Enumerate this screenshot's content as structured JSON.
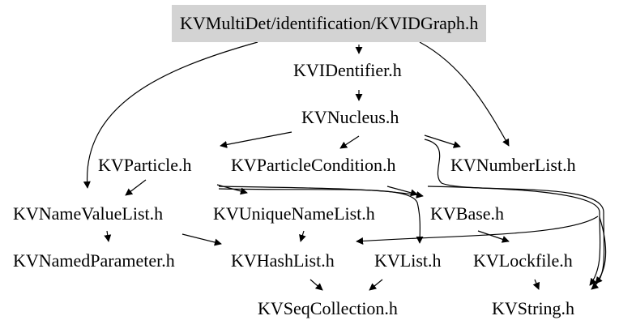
{
  "diagram": {
    "nodes": [
      {
        "id": "root",
        "label": "KVMultiDet/identification/KVIDGraph.h",
        "highlighted": true
      },
      {
        "id": "kvidentifier",
        "label": "KVIDentifier.h"
      },
      {
        "id": "kvnucleus",
        "label": "KVNucleus.h"
      },
      {
        "id": "kvparticle",
        "label": "KVParticle.h"
      },
      {
        "id": "kvparticlecondition",
        "label": "KVParticleCondition.h"
      },
      {
        "id": "kvnumberlist",
        "label": "KVNumberList.h"
      },
      {
        "id": "kvnamevaluelist",
        "label": "KVNameValueList.h"
      },
      {
        "id": "kvuniquenamelist",
        "label": "KVUniqueNameList.h"
      },
      {
        "id": "kvbase",
        "label": "KVBase.h"
      },
      {
        "id": "kvnamedparameter",
        "label": "KVNamedParameter.h"
      },
      {
        "id": "kvhashlist",
        "label": "KVHashList.h"
      },
      {
        "id": "kvlist",
        "label": "KVList.h"
      },
      {
        "id": "kvlockfile",
        "label": "KVLockfile.h"
      },
      {
        "id": "kvseqcollection",
        "label": "KVSeqCollection.h"
      },
      {
        "id": "kvstring",
        "label": "KVString.h"
      }
    ],
    "edges": [
      {
        "from": "root",
        "to": "kvidentifier"
      },
      {
        "from": "root",
        "to": "kvnamevaluelist"
      },
      {
        "from": "root",
        "to": "kvnumberlist"
      },
      {
        "from": "kvidentifier",
        "to": "kvnucleus"
      },
      {
        "from": "kvnucleus",
        "to": "kvparticle"
      },
      {
        "from": "kvnucleus",
        "to": "kvparticlecondition"
      },
      {
        "from": "kvnucleus",
        "to": "kvnumberlist"
      },
      {
        "from": "kvnucleus",
        "to": "kvstring"
      },
      {
        "from": "kvparticle",
        "to": "kvnamevaluelist"
      },
      {
        "from": "kvparticle",
        "to": "kvuniquenamelist"
      },
      {
        "from": "kvparticle",
        "to": "kvbase"
      },
      {
        "from": "kvparticle",
        "to": "kvlist"
      },
      {
        "from": "kvparticlecondition",
        "to": "kvbase"
      },
      {
        "from": "kvparticlecondition",
        "to": "kvstring"
      },
      {
        "from": "kvnamevaluelist",
        "to": "kvnamedparameter"
      },
      {
        "from": "kvnamevaluelist",
        "to": "kvhashlist"
      },
      {
        "from": "kvuniquenamelist",
        "to": "kvhashlist"
      },
      {
        "from": "kvbase",
        "to": "kvlockfile"
      },
      {
        "from": "kvbase",
        "to": "kvstring"
      },
      {
        "from": "kvstring",
        "to": "kvhashlist"
      },
      {
        "from": "kvhashlist",
        "to": "kvseqcollection"
      },
      {
        "from": "kvlist",
        "to": "kvseqcollection"
      },
      {
        "from": "kvlockfile",
        "to": "kvstring"
      }
    ]
  }
}
